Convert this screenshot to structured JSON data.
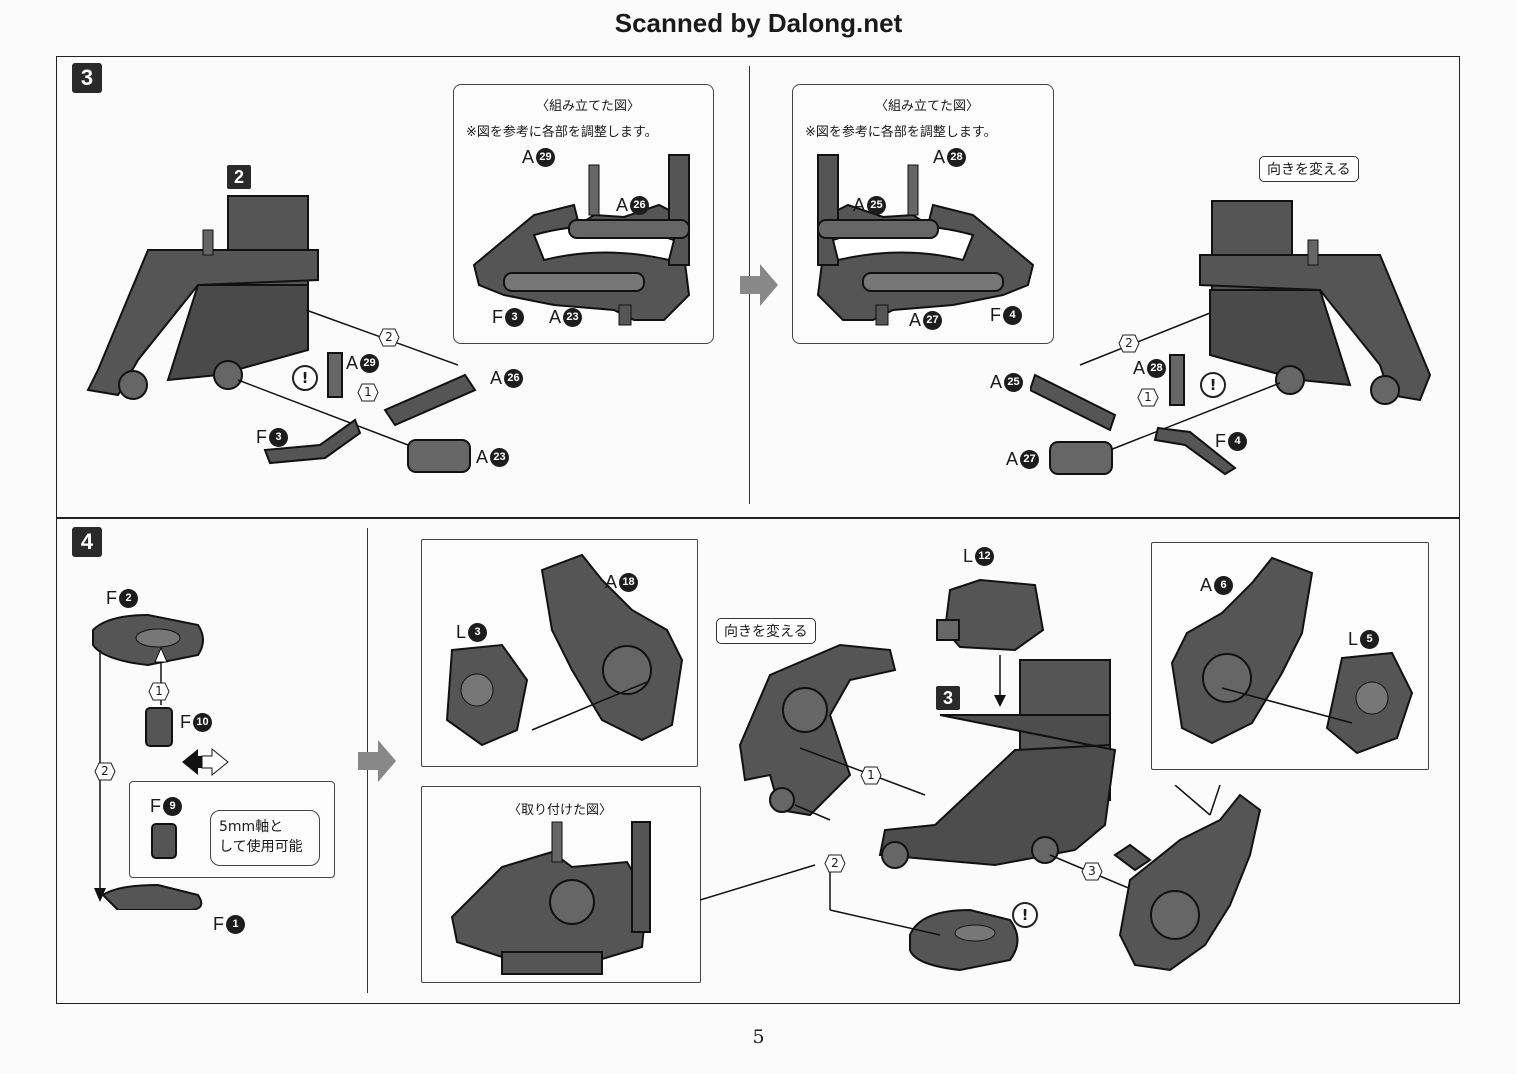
{
  "header": {
    "scan_credit": "Scanned by Dalong.net"
  },
  "steps": {
    "step3": {
      "number": "3",
      "sub_left": "2",
      "inset_caption": "〈組み立てた図〉",
      "inset_note": "※図を参考に各部を調整します。",
      "rotate_label": "向きを変える",
      "left_inset_parts": [
        {
          "letter": "A",
          "num": "29"
        },
        {
          "letter": "A",
          "num": "26"
        },
        {
          "letter": "F",
          "num": "3"
        },
        {
          "letter": "A",
          "num": "23"
        }
      ],
      "right_inset_parts": [
        {
          "letter": "A",
          "num": "28"
        },
        {
          "letter": "A",
          "num": "25"
        },
        {
          "letter": "A",
          "num": "27"
        },
        {
          "letter": "F",
          "num": "4"
        }
      ],
      "left_parts": [
        {
          "letter": "A",
          "num": "29"
        },
        {
          "letter": "A",
          "num": "26"
        },
        {
          "letter": "F",
          "num": "3"
        },
        {
          "letter": "A",
          "num": "23"
        }
      ],
      "right_parts": [
        {
          "letter": "A",
          "num": "25"
        },
        {
          "letter": "A",
          "num": "28"
        },
        {
          "letter": "F",
          "num": "4"
        },
        {
          "letter": "A",
          "num": "27"
        }
      ]
    },
    "step4": {
      "number": "4",
      "sub_center": "3",
      "parts_left": [
        {
          "letter": "F",
          "num": "2"
        },
        {
          "letter": "F",
          "num": "10"
        },
        {
          "letter": "F",
          "num": "9"
        },
        {
          "letter": "F",
          "num": "1"
        }
      ],
      "note_line1": "5mm軸と",
      "note_line2": "して使用可能",
      "parts_mid": [
        {
          "letter": "A",
          "num": "18"
        },
        {
          "letter": "L",
          "num": "3"
        },
        {
          "letter": "L",
          "num": "12"
        },
        {
          "letter": "A",
          "num": "6"
        },
        {
          "letter": "L",
          "num": "5"
        }
      ],
      "rotate_label": "向きを変える",
      "attached_caption": "〈取り付けた図〉"
    }
  },
  "order_marks": [
    "1",
    "2",
    "3"
  ],
  "warning_mark": "!",
  "page_number": "5"
}
